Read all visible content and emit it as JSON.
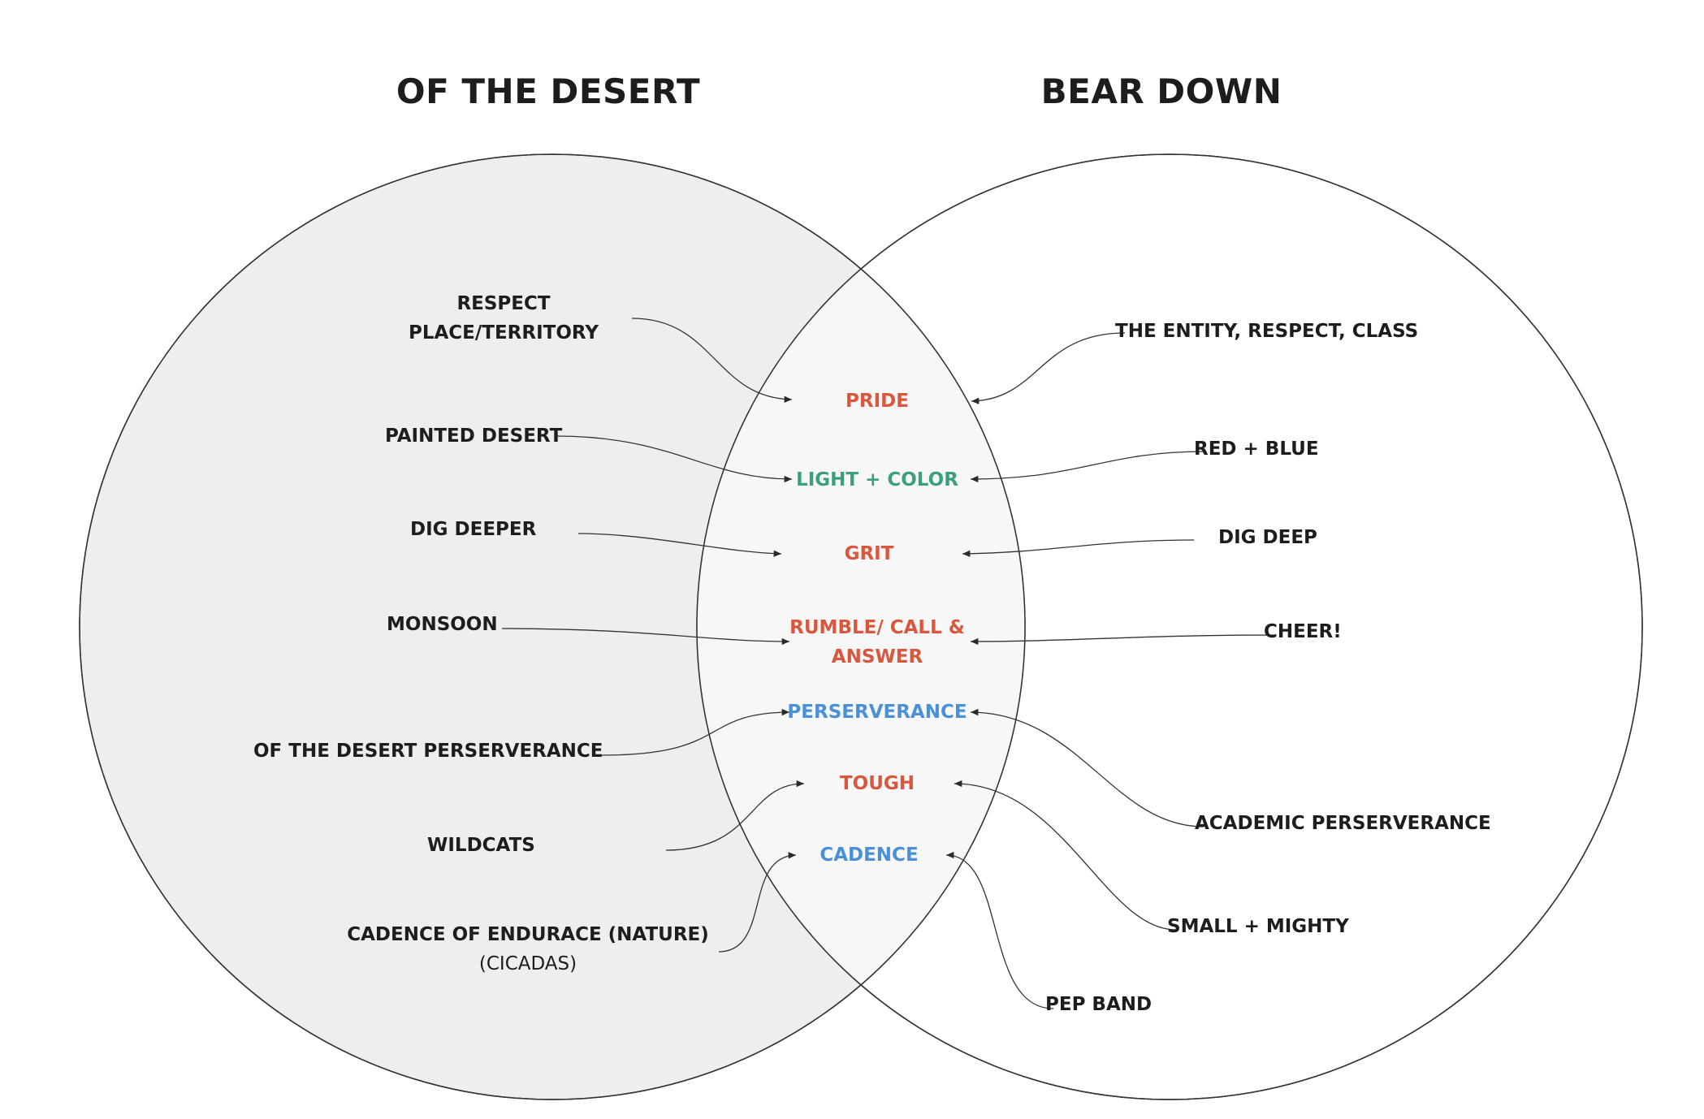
{
  "titles": {
    "left": "OF THE DESERT",
    "right": "BEAR DOWN"
  },
  "colors": {
    "red": "#d9573d",
    "green": "#3a9e7f",
    "blue": "#4a90d9",
    "text": "#1d1d1d",
    "left_fill": "#eeeeee",
    "overlap_fill": "#f7f7f7"
  },
  "shared": [
    {
      "text": "PRIDE",
      "color": "red"
    },
    {
      "text": "LIGHT + COLOR",
      "color": "green"
    },
    {
      "text": "GRIT",
      "color": "red"
    },
    {
      "text": "RUMBLE/ CALL &",
      "text2": "ANSWER",
      "color": "red"
    },
    {
      "text": "PERSERVERANCE",
      "color": "blue"
    },
    {
      "text": "TOUGH",
      "color": "red"
    },
    {
      "text": "CADENCE",
      "color": "blue"
    }
  ],
  "left": [
    {
      "line1": "RESPECT",
      "line2": "PLACE/TERRITORY"
    },
    {
      "text": "PAINTED DESERT"
    },
    {
      "text": "DIG DEEPER"
    },
    {
      "text": "MONSOON"
    },
    {
      "text": "OF THE DESERT PERSERVERANCE"
    },
    {
      "text": "WILDCATS"
    },
    {
      "line1": "CADENCE OF ENDURACE (NATURE)",
      "line2": "(CICADAS)"
    }
  ],
  "right": [
    {
      "text": "THE ENTITY, RESPECT, CLASS"
    },
    {
      "text": "RED + BLUE"
    },
    {
      "text": "DIG DEEP"
    },
    {
      "text": "CHEER!"
    },
    {
      "text": "ACADEMIC PERSERVERANCE"
    },
    {
      "text": "SMALL + MIGHTY"
    },
    {
      "text": "PEP BAND"
    }
  ]
}
